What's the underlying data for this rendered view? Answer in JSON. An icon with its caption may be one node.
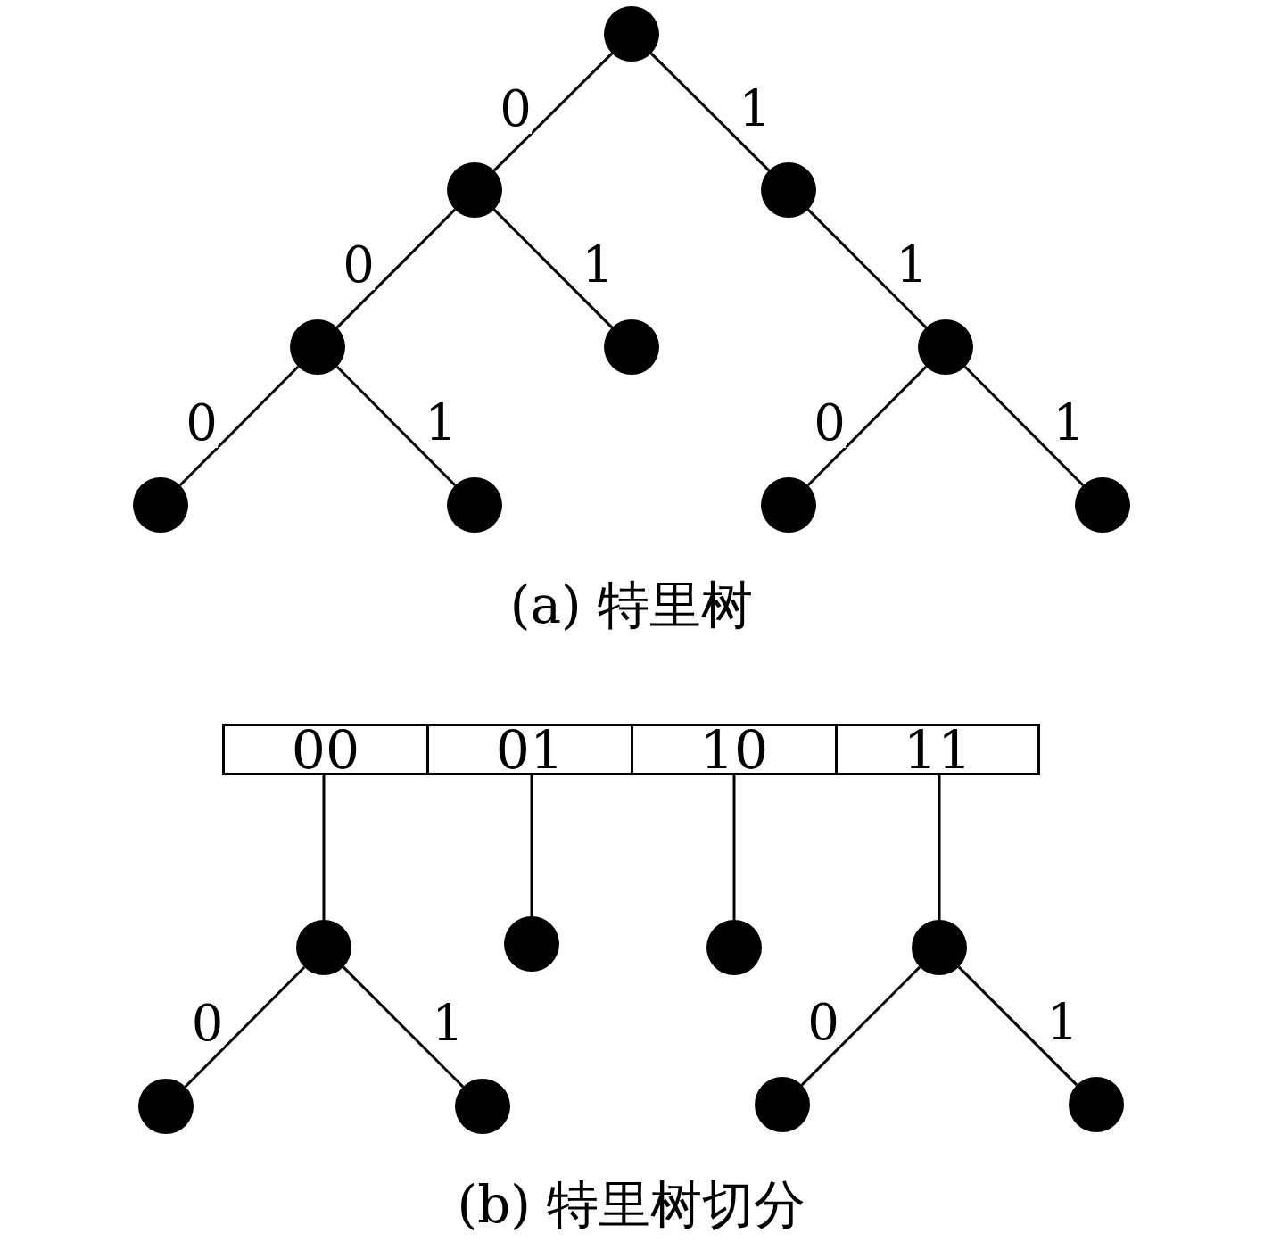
{
  "diagram": {
    "nodes": [
      {
        "text": [],
        "shape": "circle"
      },
      {
        "text": [],
        "shape": "circle"
      },
      {
        "text": [],
        "shape": "circle"
      },
      {
        "text": [],
        "shape": "circle"
      },
      {
        "text": [],
        "shape": "circle"
      },
      {
        "text": [],
        "shape": "circle"
      },
      {
        "text": [],
        "shape": "circle"
      },
      {
        "text": [],
        "shape": "circle"
      },
      {
        "text": [],
        "shape": "circle"
      },
      {
        "text": [],
        "shape": "circle"
      },
      {
        "text": [
          "00"
        ]
      },
      {
        "text": [
          "01"
        ]
      },
      {
        "text": [
          "10"
        ]
      },
      {
        "text": [
          "11"
        ]
      },
      {
        "text": [],
        "shape": "circle"
      },
      {
        "text": [],
        "shape": "circle"
      },
      {
        "text": [],
        "shape": "circle"
      },
      {
        "text": [],
        "shape": "circle"
      },
      {
        "text": [],
        "shape": "circle"
      },
      {
        "text": [],
        "shape": "circle"
      },
      {
        "text": [],
        "shape": "circle"
      },
      {
        "text": [],
        "shape": "circle"
      }
    ],
    "edges": [
      {
        "from": 0,
        "to": 1,
        "arrow": "none",
        "label": "0"
      },
      {
        "from": 0,
        "to": 2,
        "arrow": "none",
        "label": "1"
      },
      {
        "from": 1,
        "to": 3,
        "arrow": "none",
        "label": "0"
      },
      {
        "from": 1,
        "to": 4,
        "arrow": "none",
        "label": "1"
      },
      {
        "from": 2,
        "to": 5,
        "arrow": "none",
        "label": "1"
      },
      {
        "from": 3,
        "to": 6,
        "arrow": "none",
        "label": "0"
      },
      {
        "from": 3,
        "to": 7,
        "arrow": "none",
        "label": "1"
      },
      {
        "from": 5,
        "to": 8,
        "arrow": "none",
        "label": "0"
      },
      {
        "from": 5,
        "to": 9,
        "arrow": "none",
        "label": "1"
      },
      {
        "from": 10,
        "to": 14,
        "arrow": "none"
      },
      {
        "from": 11,
        "to": 15,
        "arrow": "none"
      },
      {
        "from": 12,
        "to": 16,
        "arrow": "none"
      },
      {
        "from": 13,
        "to": 17,
        "arrow": "none"
      },
      {
        "from": 14,
        "to": 18,
        "arrow": "none",
        "label": "0"
      },
      {
        "from": 14,
        "to": 19,
        "arrow": "none",
        "label": "1"
      },
      {
        "from": 17,
        "to": 20,
        "arrow": "none",
        "label": "0"
      },
      {
        "from": 17,
        "to": 21,
        "arrow": "none",
        "label": "1"
      }
    ],
    "labels": [
      "(a) 特里树",
      "(b) 特里树切分"
    ]
  }
}
